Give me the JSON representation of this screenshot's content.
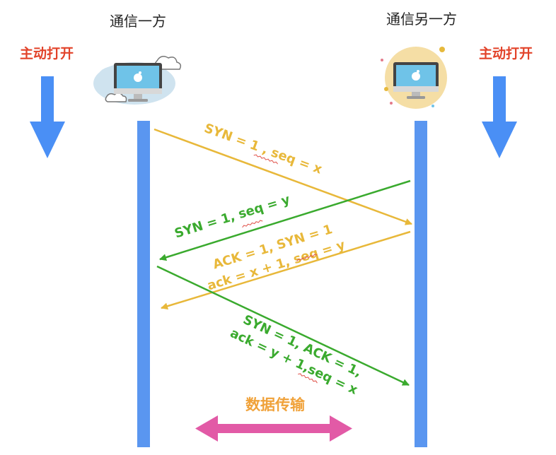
{
  "parties": {
    "left_title": "通信一方",
    "right_title": "通信另一方"
  },
  "open_labels": {
    "left": "主动打开",
    "right": "主动打开"
  },
  "icons": {
    "left_computer": "imac-cloud-icon",
    "right_computer": "imac-circle-icon"
  },
  "messages": [
    {
      "lines": [
        "SYN = 1 , seq = x"
      ],
      "direction": "left-to-right",
      "color": "#e8b83a"
    },
    {
      "lines": [
        "SYN = 1, seq = y"
      ],
      "direction": "right-to-left",
      "color": "#3aaa2e"
    },
    {
      "lines": [
        "ACK = 1, SYN = 1",
        "ack = x + 1, seq = y"
      ],
      "direction": "right-to-left",
      "color": "#e8b83a"
    },
    {
      "lines": [
        "SYN = 1, ACK = 1,",
        "ack = y + 1,seq = x"
      ],
      "direction": "left-to-right",
      "color": "#3aaa2e"
    }
  ],
  "data_transfer": {
    "label": "数据传输",
    "arrow_color": "#e25aa6"
  },
  "colors": {
    "timeline": "#5a96f0",
    "open_label": "#e2432a",
    "down_arrow": "#4a8ff5",
    "yellow": "#e8b83a",
    "green": "#3aaa2e",
    "data_label": "#f0a23a"
  }
}
